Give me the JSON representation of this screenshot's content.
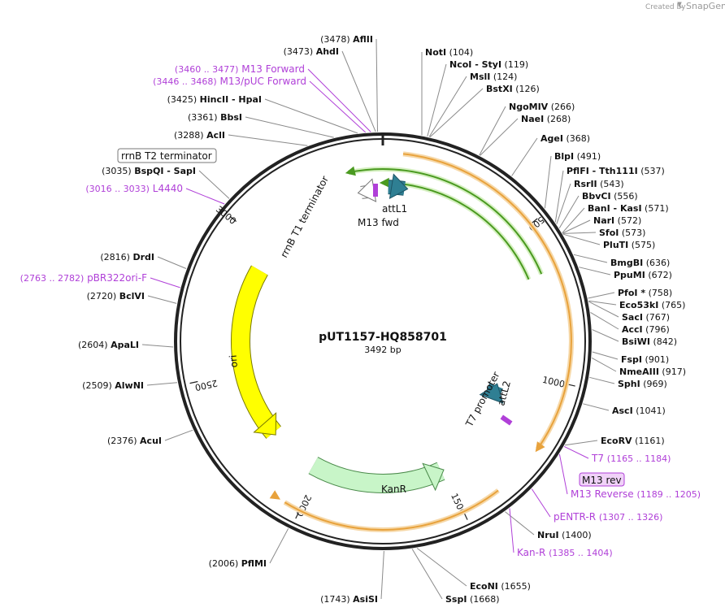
{
  "credit": {
    "prefix": "Created by",
    "brand": "SnapGene"
  },
  "plasmid": {
    "name": "pUT1157-HQ858701",
    "length_label": "3492 bp",
    "length": 3492
  },
  "scale": [
    "500",
    "1000",
    "1500",
    "2000",
    "2500",
    "3000"
  ],
  "features": {
    "attL1": "attL1",
    "m13fwd": "M13 fwd",
    "rrnbt1": "rrnB T1 terminator",
    "rrnbt2": "rrnB T2 terminator",
    "ori": "ori",
    "kanr": "KanR",
    "t7promoter": "T7 promoter",
    "attL2": "attL2",
    "m13rev": "M13 rev"
  },
  "colors": {
    "ori": "#ffff00",
    "kanr": "#c8f5c8",
    "att": "#2f7f93",
    "primer": "#b040d8",
    "orange_track": "#e8a23c",
    "green_track": "#4a9a20",
    "leader": "#8a8a8a"
  },
  "sites": [
    {
      "pos": "(3478)",
      "name": "AflII",
      "side": "L"
    },
    {
      "pos": "(3473)",
      "name": "AhdI",
      "side": "L"
    },
    {
      "pos": "(3460 .. 3477)",
      "name": "M13 Forward",
      "side": "L",
      "primer": true
    },
    {
      "pos": "(3446 .. 3468)",
      "name": "M13/pUC Forward",
      "side": "L",
      "primer": true
    },
    {
      "pos": "(3425)",
      "name": "HincII  -  HpaI",
      "side": "L"
    },
    {
      "pos": "(3361)",
      "name": "BbsI",
      "side": "L"
    },
    {
      "pos": "(3288)",
      "name": "AclI",
      "side": "L"
    },
    {
      "pos": "(3035)",
      "name": "BspQI  -  SapI",
      "side": "L"
    },
    {
      "pos": "(3016 .. 3033)",
      "name": "L4440",
      "side": "L",
      "primer": true
    },
    {
      "pos": "(2816)",
      "name": "DrdI",
      "side": "L"
    },
    {
      "pos": "(2763 .. 2782)",
      "name": "pBR322ori-F",
      "side": "L",
      "primer": true
    },
    {
      "pos": "(2720)",
      "name": "BclVI",
      "side": "L"
    },
    {
      "pos": "(2604)",
      "name": "ApaLI",
      "side": "L"
    },
    {
      "pos": "(2509)",
      "name": "AlwNI",
      "side": "L"
    },
    {
      "pos": "(2376)",
      "name": "AcuI",
      "side": "L"
    },
    {
      "pos": "(2006)",
      "name": "PflMI",
      "side": "L"
    },
    {
      "pos": "(1743)",
      "name": "AsiSI",
      "side": "L"
    },
    {
      "pos": "(104)",
      "name": "NotI",
      "side": "R"
    },
    {
      "pos": "(119)",
      "name": "NcoI  -  StyI",
      "side": "R"
    },
    {
      "pos": "(124)",
      "name": "MslI",
      "side": "R"
    },
    {
      "pos": "(126)",
      "name": "BstXI",
      "side": "R"
    },
    {
      "pos": "(266)",
      "name": "NgoMIV",
      "side": "R"
    },
    {
      "pos": "(268)",
      "name": "NaeI",
      "side": "R"
    },
    {
      "pos": "(368)",
      "name": "AgeI",
      "side": "R"
    },
    {
      "pos": "(491)",
      "name": "BlpI",
      "side": "R"
    },
    {
      "pos": "(537)",
      "name": "PflFI  -  Tth111I",
      "side": "R"
    },
    {
      "pos": "(543)",
      "name": "RsrII",
      "side": "R"
    },
    {
      "pos": "(556)",
      "name": "BbvCI",
      "side": "R"
    },
    {
      "pos": "(571)",
      "name": "BanI  -  KasI",
      "side": "R"
    },
    {
      "pos": "(572)",
      "name": "NarI",
      "side": "R"
    },
    {
      "pos": "(573)",
      "name": "SfoI",
      "side": "R"
    },
    {
      "pos": "(575)",
      "name": "PluTI",
      "side": "R"
    },
    {
      "pos": "(636)",
      "name": "BmgBI",
      "side": "R"
    },
    {
      "pos": "(672)",
      "name": "PpuMI",
      "side": "R"
    },
    {
      "pos": "(758)",
      "name": "PfoI *",
      "side": "R"
    },
    {
      "pos": "(765)",
      "name": "Eco53kI",
      "side": "R"
    },
    {
      "pos": "(767)",
      "name": "SacI",
      "side": "R"
    },
    {
      "pos": "(796)",
      "name": "AccI",
      "side": "R"
    },
    {
      "pos": "(842)",
      "name": "BsiWI",
      "side": "R"
    },
    {
      "pos": "(901)",
      "name": "FspI",
      "side": "R"
    },
    {
      "pos": "(917)",
      "name": "NmeAIII",
      "side": "R"
    },
    {
      "pos": "(969)",
      "name": "SphI",
      "side": "R"
    },
    {
      "pos": "(1041)",
      "name": "AscI",
      "side": "R"
    },
    {
      "pos": "(1161)",
      "name": "EcoRV",
      "side": "R"
    },
    {
      "pos": "(1165 .. 1184)",
      "name": "T7",
      "side": "R",
      "primer": true
    },
    {
      "pos": "(1189 .. 1205)",
      "name": "M13 Reverse",
      "side": "R",
      "primer": true
    },
    {
      "pos": "(1307 .. 1326)",
      "name": "pENTR-R",
      "side": "R",
      "primer": true
    },
    {
      "pos": "(1400)",
      "name": "NruI",
      "side": "R"
    },
    {
      "pos": "(1385 .. 1404)",
      "name": "Kan-R",
      "side": "R",
      "primer": true
    },
    {
      "pos": "(1655)",
      "name": "EcoNI",
      "side": "R"
    },
    {
      "pos": "(1668)",
      "name": "SspI",
      "side": "R"
    }
  ]
}
